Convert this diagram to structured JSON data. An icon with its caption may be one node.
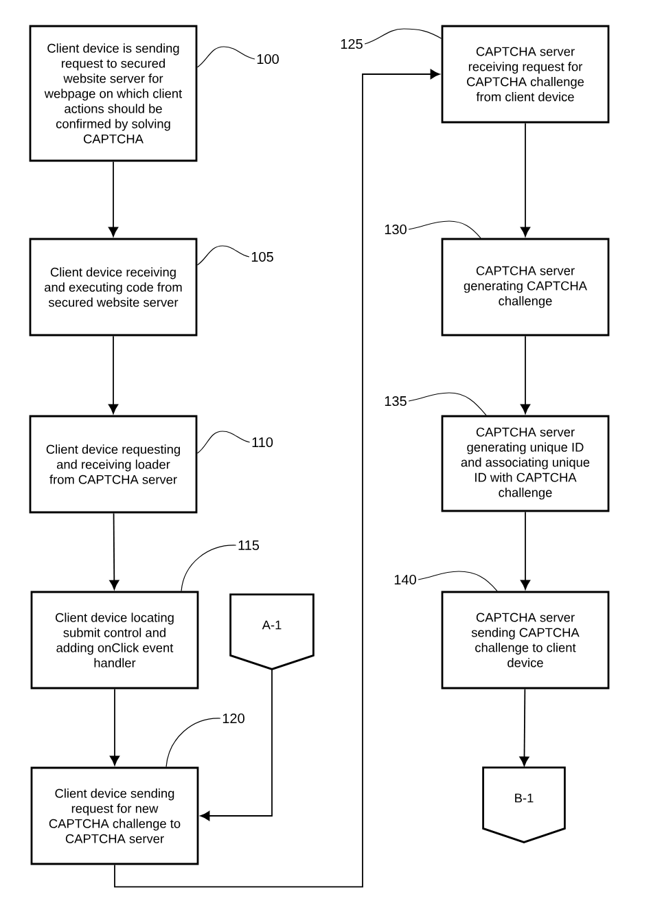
{
  "diagram": {
    "nodes": [
      {
        "text": [
          "Client device is sending request to secured website server for webpage on which client actions should be confirmed by solving CAPTCHA"
        ]
      },
      {
        "text": [
          "Client device receiving and executing code from secured website server"
        ]
      },
      {
        "text": [
          "Client device requesting and receiving loader from CAPTCHA server"
        ]
      },
      {
        "text": [
          "Client device locating submit control and adding onClick event handler"
        ]
      },
      {
        "text": [
          "Client device sending request for new CAPTCHA challenge to CAPTCHA server"
        ]
      },
      {
        "text": [
          "A-1"
        ]
      },
      {
        "text": [
          "CAPTCHA server receiving request for CAPTCHA challenge from client device"
        ]
      },
      {
        "text": [
          "CAPTCHA server generating CAPTCHA challenge"
        ]
      },
      {
        "text": [
          "CAPTCHA server generating unique ID and associating unique ID with CAPTCHA challenge"
        ]
      },
      {
        "text": [
          "CAPTCHA server sending CAPTCHA challenge to client device"
        ]
      },
      {
        "text": [
          "B-1"
        ]
      },
      {
        "text": [
          "100"
        ]
      },
      {
        "text": [
          "105"
        ]
      },
      {
        "text": [
          "110"
        ]
      },
      {
        "text": [
          "115"
        ]
      },
      {
        "text": [
          "120"
        ]
      },
      {
        "text": [
          "125"
        ]
      },
      {
        "text": [
          "130"
        ]
      },
      {
        "text": [
          "135"
        ]
      },
      {
        "text": [
          "140"
        ]
      }
    ],
    "edges": [
      {
        "from": 0,
        "to": 1,
        "arrow": "to"
      },
      {
        "from": 1,
        "to": 2,
        "arrow": "to"
      },
      {
        "from": 2,
        "to": 3,
        "arrow": "to"
      },
      {
        "from": 3,
        "to": 4,
        "arrow": "to"
      },
      {
        "from": 5,
        "to": 4,
        "arrow": "to"
      },
      {
        "from": 4,
        "to": 6,
        "arrow": "to"
      },
      {
        "from": 6,
        "to": 7,
        "arrow": "to"
      },
      {
        "from": 7,
        "to": 8,
        "arrow": "to"
      },
      {
        "from": 8,
        "to": 9,
        "arrow": "to"
      },
      {
        "from": 9,
        "to": 10,
        "arrow": "to"
      },
      {
        "from": 11,
        "to": 0,
        "arrow": "none"
      },
      {
        "from": 12,
        "to": 1,
        "arrow": "none"
      },
      {
        "from": 13,
        "to": 2,
        "arrow": "none"
      },
      {
        "from": 14,
        "to": 3,
        "arrow": "none"
      },
      {
        "from": 15,
        "to": 4,
        "arrow": "none"
      },
      {
        "from": 16,
        "to": 6,
        "arrow": "none"
      },
      {
        "from": 17,
        "to": 7,
        "arrow": "none"
      },
      {
        "from": 18,
        "to": 8,
        "arrow": "none"
      },
      {
        "from": 19,
        "to": 9,
        "arrow": "none"
      }
    ]
  }
}
